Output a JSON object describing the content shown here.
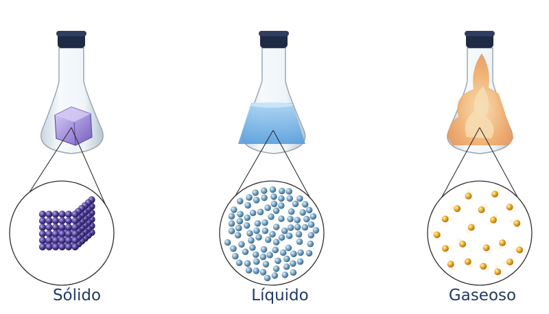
{
  "states": [
    {
      "id": "solid",
      "label": "Sólido",
      "colors": {
        "fill": "#8a73c9",
        "molecule": "#4b3b8f",
        "highlight": "#b9a9ee"
      }
    },
    {
      "id": "liquid",
      "label": "Líquido",
      "colors": {
        "fill": "#5aa7e6",
        "molecule": "#6e9dbd",
        "highlight": "#c9e1f2"
      }
    },
    {
      "id": "gas",
      "label": "Gaseoso",
      "colors": {
        "fill": "#f2b06a",
        "molecule": "#e3a21f",
        "highlight": "#fde7a8"
      }
    }
  ],
  "colors": {
    "glass": "#e9f1f6",
    "glass_edge": "#9aa7b2",
    "stopper": "#1f2a44",
    "caption": "#1f3b63",
    "line": "#2c2c2c"
  }
}
